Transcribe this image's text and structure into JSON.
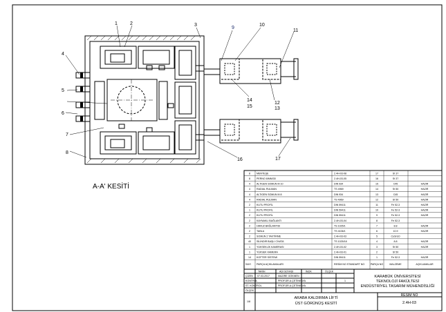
{
  "drawing": {
    "section_label": "A-A' KESİTİ",
    "balloons": [
      "1",
      "2",
      "3",
      "4",
      "5",
      "6",
      "7",
      "8",
      "9",
      "10",
      "11",
      "12",
      "13",
      "14",
      "15",
      "16",
      "17"
    ]
  },
  "bom": {
    "rows": [
      {
        "no": "8",
        "name": "MENTEŞE",
        "std": "2.4H-03-08",
        "qty": "17",
        "mat": "St 37",
        "note": ""
      },
      {
        "no": "8",
        "name": "PERNO 8/MM/30",
        "std": "2.4H-03-05",
        "qty": "16",
        "mat": "St 37",
        "note": ""
      },
      {
        "no": "4",
        "name": "ALTIGEN SOMUN M 10",
        "std": "DIN 934",
        "qty": "15",
        "mat": "C45",
        "note": "HAZIR"
      },
      {
        "no": "4",
        "name": "RADIAL RULMAN",
        "std": "TS 4969",
        "qty": "14",
        "mat": "St 50",
        "note": "HAZIR"
      },
      {
        "no": "4",
        "name": "ALTIGEN SOMUN M 8",
        "std": "DIN 934",
        "qty": "13",
        "mat": "C45",
        "note": "HAZIR"
      },
      {
        "no": "4",
        "name": "RADIAL RULMAN",
        "std": "TS 4969",
        "qty": "12",
        "mat": "St 50",
        "note": "HAZIR"
      },
      {
        "no": "2",
        "name": "KUTU PROFİL",
        "std": "DIN 59411",
        "qty": "11",
        "mat": "Fe 52-3",
        "note": "HAZIR"
      },
      {
        "no": "1",
        "name": "KUTU PROFİL",
        "std": "DIN 59411",
        "qty": "10",
        "mat": "Fe 52-3",
        "note": "HAZIR"
      },
      {
        "no": "2",
        "name": "KUTU PROFİL",
        "std": "DIN 59411",
        "qty": "9",
        "mat": "Fe 52-3",
        "note": "HAZIR"
      },
      {
        "no": "2",
        "name": "KAYNAKLI BAĞLANTI",
        "std": "2.4H-03-04",
        "qty": "8",
        "mat": "Fe 52-3",
        "note": ""
      },
      {
        "no": "2",
        "name": "HAVUZ BAĞLANTISI",
        "std": "TS 1025/1",
        "qty": "7",
        "mat": "8.8",
        "note": "HAZIR"
      },
      {
        "no": "2",
        "name": "TABLA",
        "std": "TS 4106/1",
        "qty": "6",
        "mat": "10.9",
        "note": "HAZIR"
      },
      {
        "no": "2",
        "name": "SOMUN 2 TAKTİRME",
        "std": "2.4H-03-03",
        "qty": "5",
        "mat": "CuSn10",
        "note": ""
      },
      {
        "no": "40",
        "name": "SİLİNDİR BAŞLI CİVATA",
        "std": "TS 1025/18",
        "qty": "4",
        "mat": "8.8",
        "note": "HAZIR"
      },
      {
        "no": "1",
        "name": "YÜKSEKLİK KAMERASI",
        "std": "2.4H-03-02",
        "qty": "3",
        "mat": "St 50",
        "note": "HAZIR"
      },
      {
        "no": "1",
        "name": "YÜKSEK KAMERA",
        "std": "2.4H-03-01",
        "qty": "2",
        "mat": "St 50",
        "note": ""
      },
      {
        "no": "14",
        "name": "KOFTER SİSTEMİ",
        "std": "DIN 59411",
        "qty": "1",
        "mat": "Fe 52-3",
        "note": "HAZIR"
      }
    ],
    "header": {
      "qty": "SAYI",
      "name": "PARÇA AÇIKLAMALARI",
      "std": "RESİM NO STANDART NO",
      "no": "PARÇA NO",
      "mat": "MALZEME",
      "note": "AÇIKLAMALAR"
    }
  },
  "title_block": {
    "col_date": "TARİH",
    "col_name": "ADI SOYADI",
    "col_sign": "İMZA",
    "col_scale": "ÖLÇEK",
    "row1_label": "ÇİZEN",
    "row1_date": "07.03.2017",
    "row1_name": "MAZIRE GÖKMEN",
    "row2_label": "KONTROL",
    "row2_name": "PROF.DR.A.ÇETİNKAYA",
    "row3_label": "ST. KONTROL",
    "row3_name": "PROF.DR.A.ÇETİNKAYA",
    "scale_val": "1",
    "olcek_label": "ÖLÇEK",
    "olcek_val": "1/8",
    "university": "KARABÜK ÜNİVERSİTESİ",
    "faculty": "TEKNOLOJİ FAKÜLTESİ",
    "department": "ENDÜSTRİYEL TASARIM MÜHENDİSLİĞİ",
    "title1": "ARABA KALDIRMA LİFTİ",
    "title2": "ÜST GÖRÜNÜŞ KESİTİ",
    "drawing_no_label": "RESİM NO",
    "drawing_no": "2.4H-03"
  }
}
